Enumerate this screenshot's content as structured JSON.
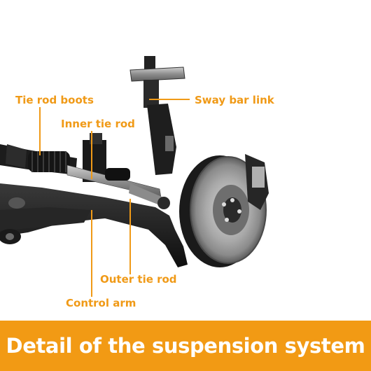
{
  "labels": {
    "tie_rod_boots": "Tie rod boots",
    "inner_tie_rod": "Inner tie rod",
    "sway_bar_link": "Sway bar link",
    "outer_tie_rod": "Outer tie rod",
    "control_arm": "Control arm"
  },
  "banner": {
    "title": "Detail of the suspension system"
  },
  "colors": {
    "accent": "#F09A17",
    "banner_bg": "#F29A14",
    "part_dark": "#1b1b1b",
    "metal": "#9a9a9a"
  },
  "icons": [
    "suspension-assembly-image"
  ]
}
